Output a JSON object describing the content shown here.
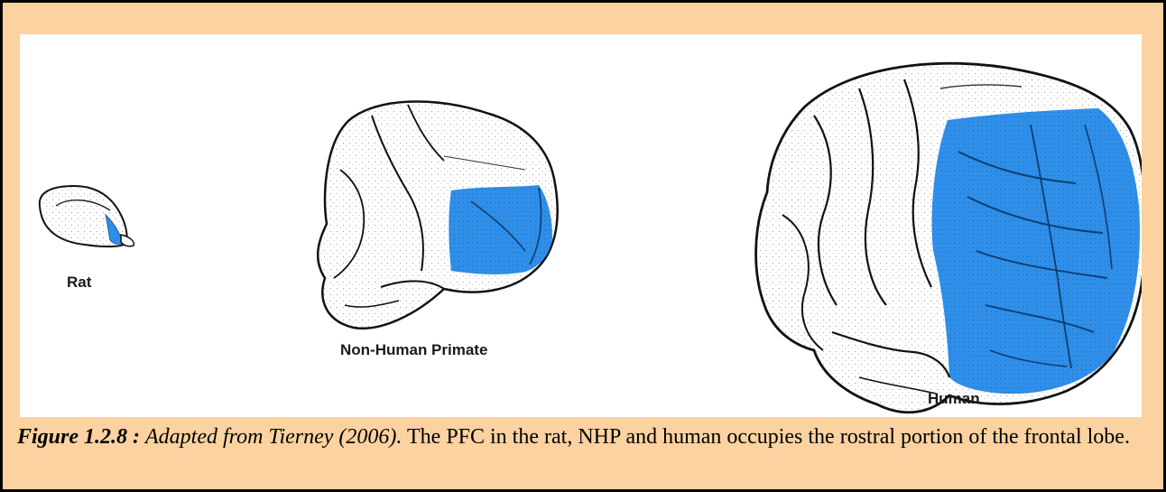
{
  "figure": {
    "labels": {
      "rat": "Rat",
      "nhp": "Non-Human Primate",
      "human": "Human"
    },
    "caption": {
      "label": "Figure 1.2.8 :",
      "source": "Adapted from Tierney (2006).",
      "text": "The PFC in the rat, NHP and human occupies the rostral portion of the frontal lobe."
    }
  },
  "colors": {
    "frame_background": "#fbd2a0",
    "pfc_highlight": "#2f8ee8",
    "border": "#000000"
  }
}
